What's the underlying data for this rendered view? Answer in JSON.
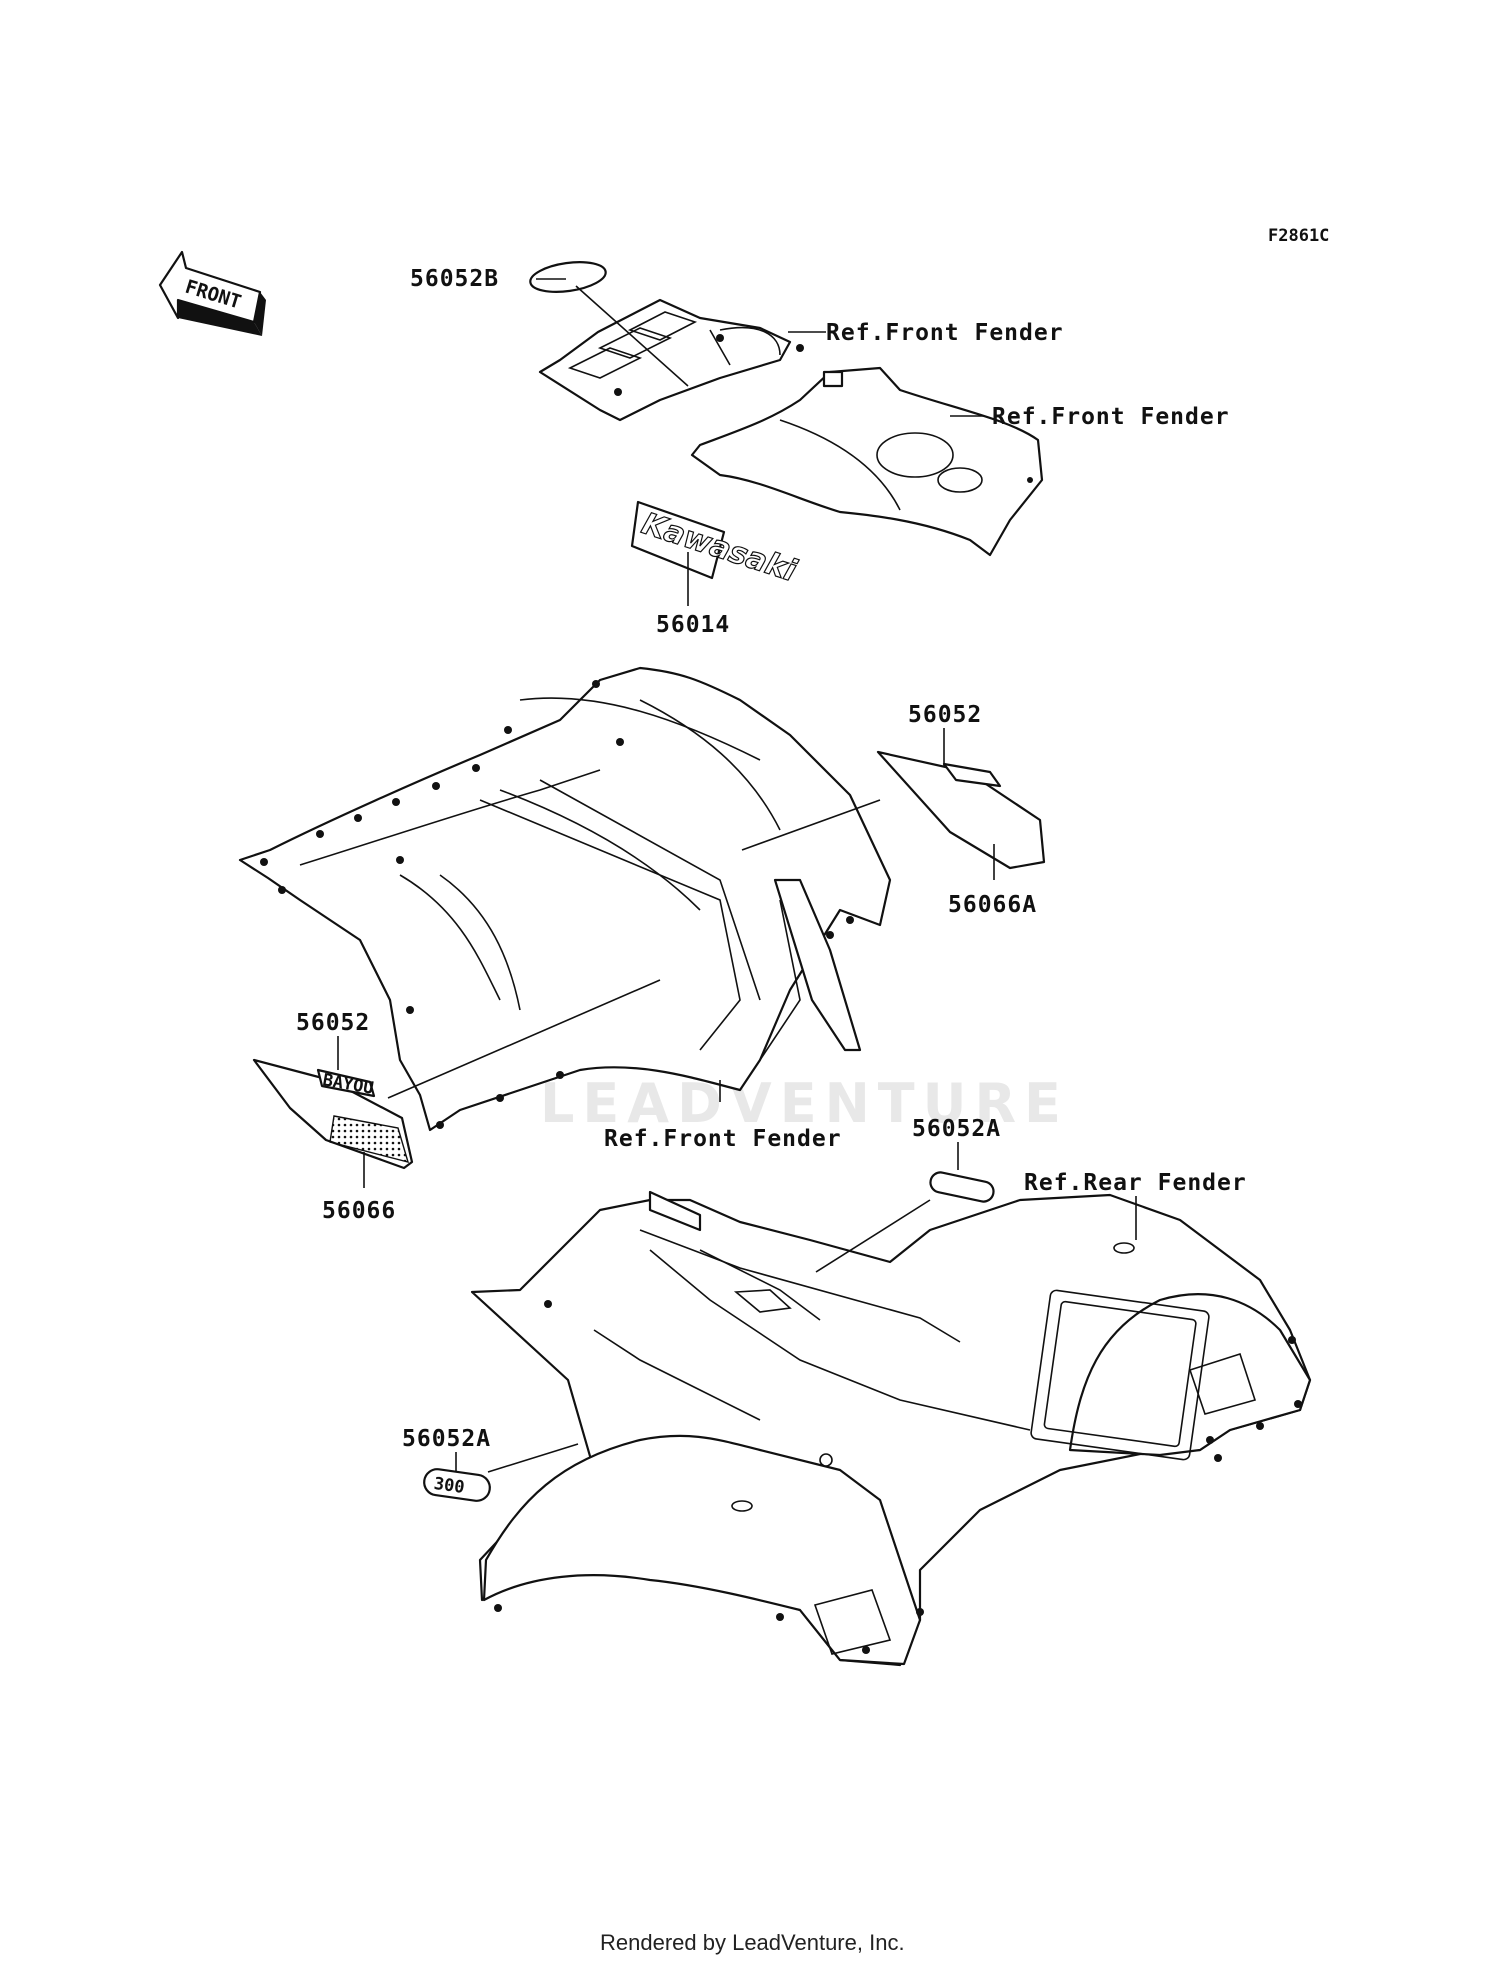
{
  "diagram_code": "F2861C",
  "front_arrow": {
    "text": "FRONT",
    "icon": "front-arrow-icon"
  },
  "watermark": "LEADVENTURE",
  "footer": "Rendered by LeadVenture, Inc.",
  "decals": {
    "kawasaki_logo_text": "Kawasaki",
    "number_emblem_text": "300",
    "side_badge_text": "BAYOU"
  },
  "callouts": [
    {
      "id": "c1",
      "text": "56052B"
    },
    {
      "id": "c2",
      "text": "Ref.Front Fender"
    },
    {
      "id": "c3",
      "text": "Ref.Front Fender"
    },
    {
      "id": "c4",
      "text": "56014"
    },
    {
      "id": "c5",
      "text": "56052"
    },
    {
      "id": "c6",
      "text": "56066A"
    },
    {
      "id": "c7",
      "text": "56052"
    },
    {
      "id": "c8",
      "text": "Ref.Front Fender"
    },
    {
      "id": "c9",
      "text": "56066"
    },
    {
      "id": "c10",
      "text": "56052A"
    },
    {
      "id": "c11",
      "text": "Ref.Rear Fender"
    },
    {
      "id": "c12",
      "text": "56052A"
    }
  ]
}
